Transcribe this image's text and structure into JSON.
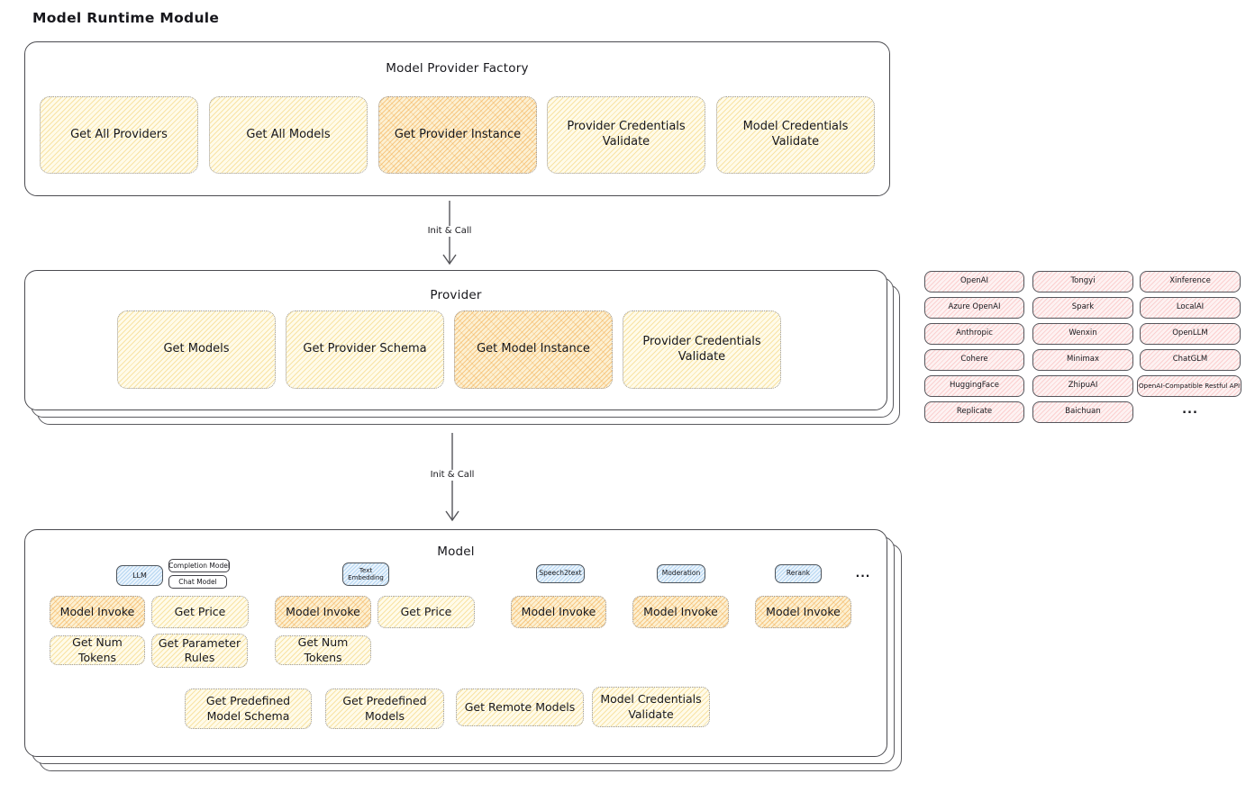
{
  "page": {
    "title": "Model Runtime Module"
  },
  "colors": {
    "node_yellow": "#fff9db",
    "node_highlight_orange": "#f5c26b",
    "provider_chip_pink": "#ffc9c9",
    "model_type_tag_blue": "#a5d8ff",
    "outline": "#4b4b50"
  },
  "arrows": [
    {
      "label": "Init & Call"
    },
    {
      "label": "Init & Call"
    }
  ],
  "factory": {
    "title": "Model Provider Factory",
    "items": [
      {
        "label": "Get All Providers",
        "highlight": false
      },
      {
        "label": "Get All Models",
        "highlight": false
      },
      {
        "label": "Get Provider Instance",
        "highlight": true
      },
      {
        "label": "Provider Credentials Validate",
        "highlight": false
      },
      {
        "label": "Model Credentials Validate",
        "highlight": false
      }
    ]
  },
  "provider": {
    "title": "Provider",
    "items": [
      {
        "label": "Get Models",
        "highlight": false
      },
      {
        "label": "Get Provider Schema",
        "highlight": false
      },
      {
        "label": "Get Model Instance",
        "highlight": true
      },
      {
        "label": "Provider Credentials Validate",
        "highlight": false
      }
    ]
  },
  "grid": {
    "items": [
      "OpenAI",
      "Azure OpenAI",
      "Anthropic",
      "Cohere",
      "HuggingFace",
      "Replicate",
      "Tongyi",
      "Spark",
      "Wenxin",
      "Minimax",
      "ZhipuAI",
      "Baichuan",
      "Xinference",
      "LocalAI",
      "OpenLLM",
      "ChatGLM",
      "OpenAI-Compatible Restful API"
    ],
    "more": "..."
  },
  "model": {
    "title": "Model",
    "tags": [
      "LLM",
      "Completion Model",
      "Chat Model",
      "Text Embedding",
      "Speech2text",
      "Moderation",
      "Rerank"
    ],
    "more": "...",
    "ops": [
      "Model Invoke",
      "Get Price",
      "Model Invoke",
      "Get Price",
      "Model Invoke",
      "Model Invoke",
      "Model Invoke",
      "Get Num Tokens",
      "Get Parameter Rules",
      "Get Num Tokens",
      "Get Predefined Model Schema",
      "Get Predefined Models",
      "Get Remote Models",
      "Model Credentials Validate"
    ]
  }
}
